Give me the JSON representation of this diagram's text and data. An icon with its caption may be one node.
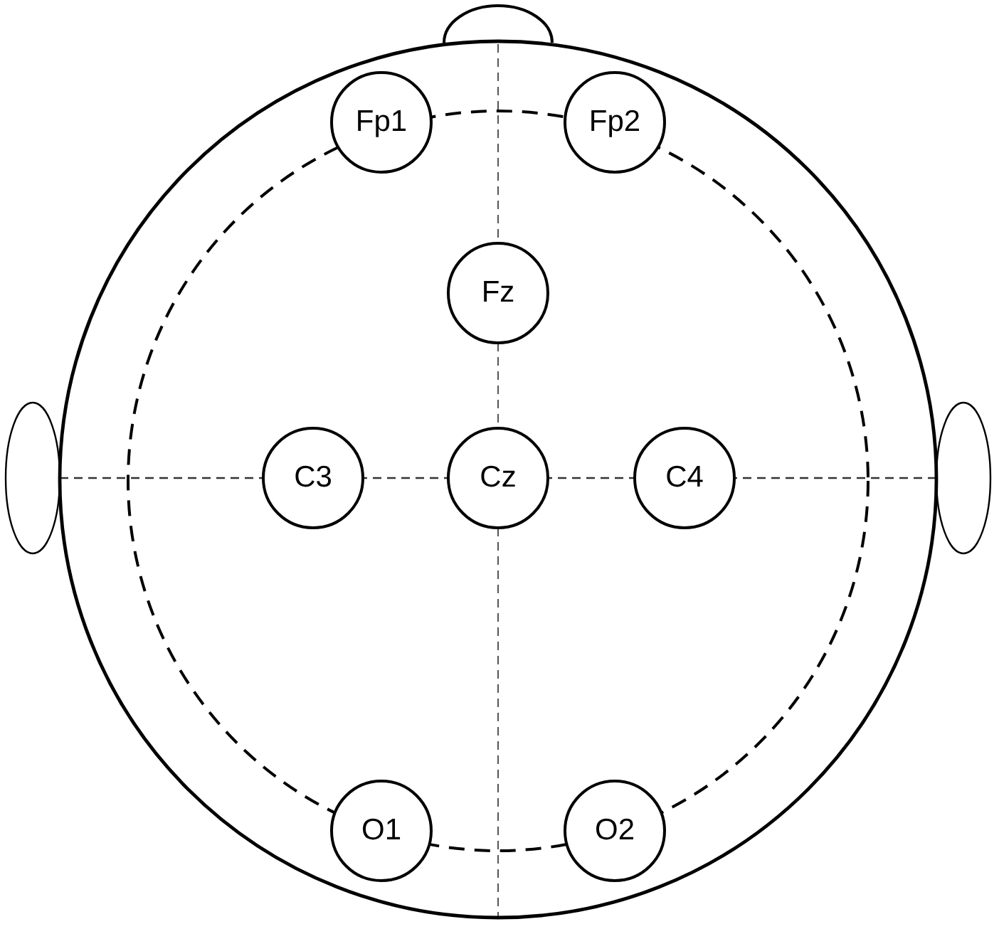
{
  "diagram": {
    "nodes": [
      {
        "text": [
          "Fp1"
        ]
      },
      {
        "text": [
          "Fp2"
        ]
      },
      {
        "text": [
          "Fz"
        ]
      },
      {
        "text": [
          "C3"
        ]
      },
      {
        "text": [
          "Cz"
        ]
      },
      {
        "text": [
          "C4"
        ]
      },
      {
        "text": [
          "O1"
        ]
      },
      {
        "text": [
          "O2"
        ]
      }
    ]
  }
}
